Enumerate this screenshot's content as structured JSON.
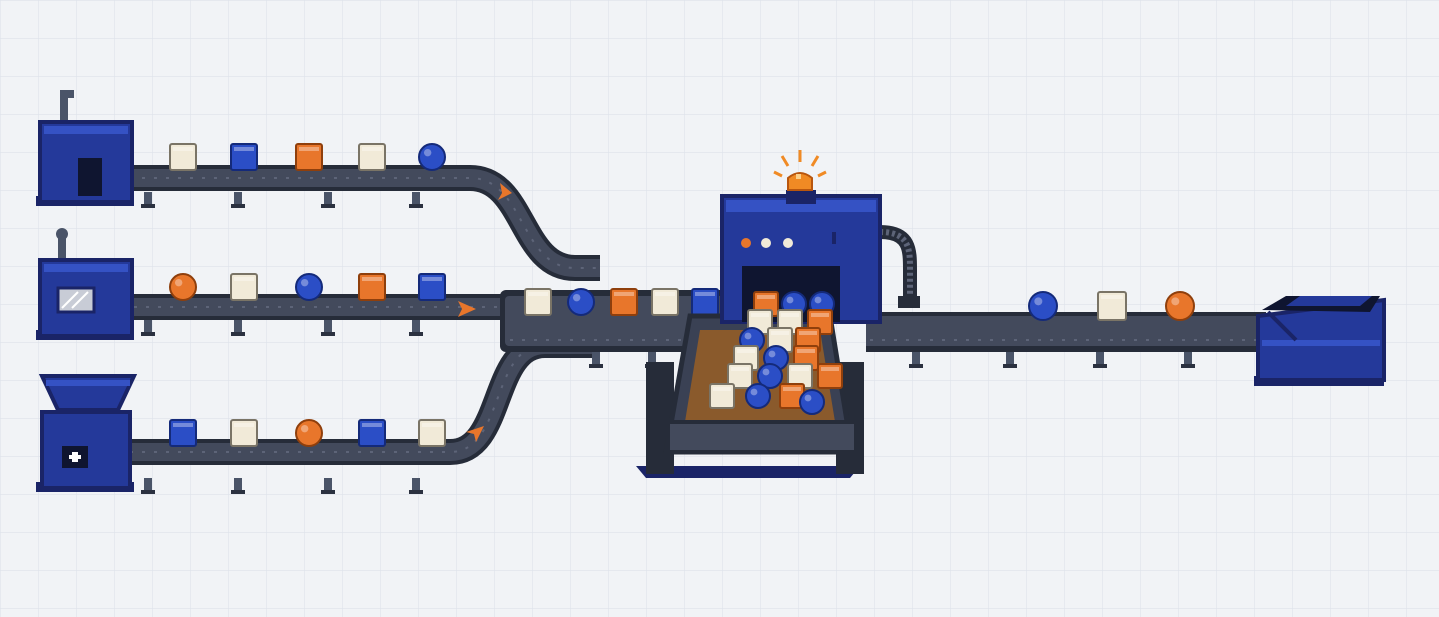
{
  "palette": {
    "background": "#f1f3f6",
    "grid": "#dde2ea",
    "machine_blue": "#24399a",
    "machine_blue_light": "#3552c4",
    "machine_dark": "#1a2467",
    "belt": "#434a5c",
    "belt_dark": "#2b3140",
    "rail": "#262c39",
    "item_cream": "#f1ead8",
    "item_blue": "#2b4ec6",
    "item_orange": "#e8762b",
    "beacon": "#f08a24"
  },
  "icons": {
    "source_machines": "factory-machine-icon",
    "hopper": "hopper-icon",
    "merger": "merger-machine-icon",
    "beacon": "alarm-beacon-icon",
    "output": "collection-bin-icon",
    "arrows": "direction-arrow-icon"
  },
  "lines": [
    {
      "name": "top-line",
      "items": [
        "cream-cube",
        "blue-cube",
        "orange-cube",
        "cream-cube",
        "blue-ball"
      ]
    },
    {
      "name": "middle-line",
      "items": [
        "orange-ball",
        "cream-cube",
        "blue-ball",
        "orange-cube",
        "blue-cube"
      ]
    },
    {
      "name": "bottom-line",
      "items": [
        "blue-cube",
        "cream-cube",
        "orange-ball",
        "blue-cube",
        "cream-cube"
      ]
    }
  ],
  "merge_belt_items": [
    "cream-cube",
    "blue-ball",
    "orange-cube",
    "cream-cube",
    "blue-cube"
  ],
  "hopper_pile": [
    "orange-cube",
    "blue-ball",
    "blue-ball",
    "cream-cube",
    "cream-cube",
    "orange-cube",
    "blue-ball",
    "cream-cube",
    "orange-cube",
    "cream-cube",
    "blue-ball",
    "orange-cube",
    "cream-cube",
    "blue-ball",
    "cream-cube",
    "orange-cube",
    "cream-cube",
    "blue-ball",
    "orange-cube",
    "blue-ball"
  ],
  "output_belt_items": [
    "blue-ball",
    "cream-cube",
    "orange-ball"
  ]
}
